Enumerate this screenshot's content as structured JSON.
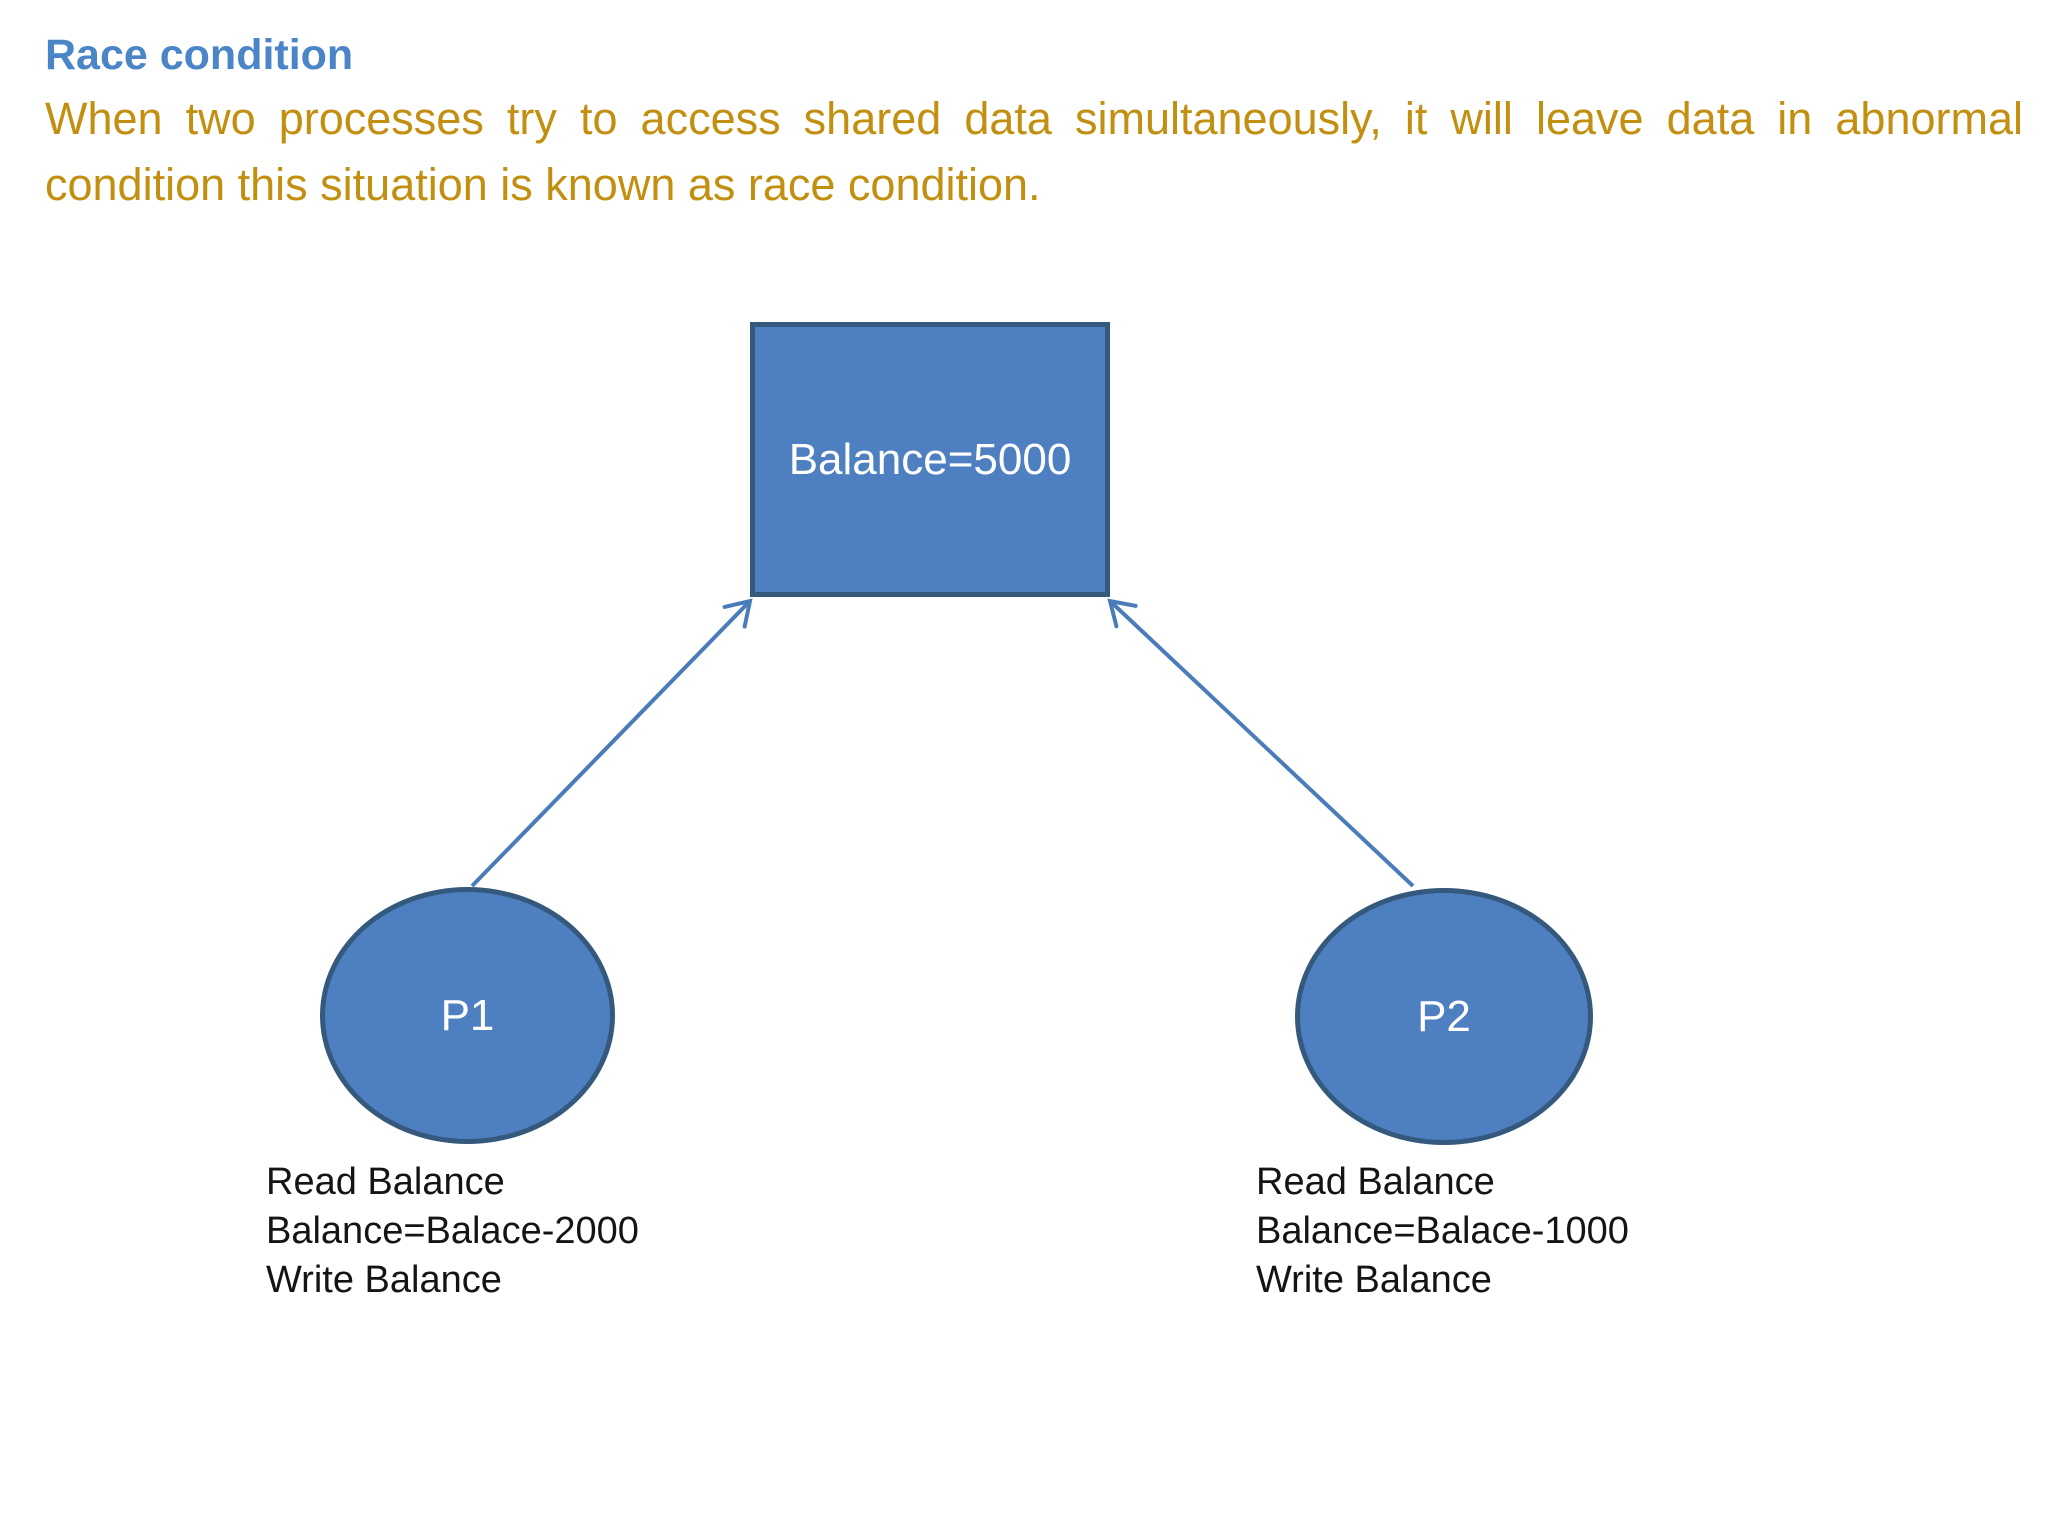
{
  "slide": {
    "title": "Race condition",
    "paragraph": "When two processes try to access shared data simultaneously, it will leave data in abnormal condition this situation is known as race condition."
  },
  "diagram": {
    "shared_data_box": {
      "label": "Balance=5000"
    },
    "process_1": {
      "label": "P1",
      "steps": [
        "Read Balance",
        "Balance=Balace-2000",
        "Write Balance"
      ]
    },
    "process_2": {
      "label": "P2",
      "steps": [
        "Read Balance",
        "Balance=Balace-1000",
        "Write Balance"
      ]
    },
    "arrows": [
      {
        "name": "p1-to-balance",
        "from": "P1",
        "to": "Balance=5000"
      },
      {
        "name": "p2-to-balance",
        "from": "P2",
        "to": "Balance=5000"
      }
    ]
  },
  "colors": {
    "title_blue": "#4a85c7",
    "body_gold": "#c28f10",
    "shape_fill": "#4e7fc1",
    "shape_border": "#35597d",
    "arrow_blue": "#4a7cba",
    "shape_text": "#ffffff",
    "step_text": "#141414",
    "background": "#ffffff"
  }
}
